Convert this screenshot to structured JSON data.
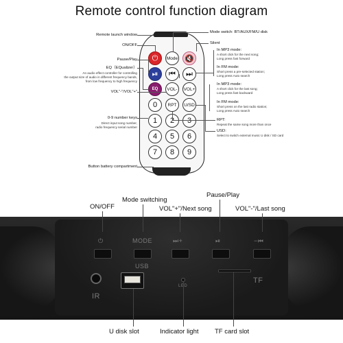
{
  "title": "Remote control function diagram",
  "remote": {
    "buttons": {
      "power": "⏻",
      "mode": "Mode",
      "mute": "🔇",
      "play": "⏯",
      "prev": "⏮",
      "next": "⏭",
      "eq": "EQ",
      "vol_minus": "VOL-",
      "vol_plus": "VOL+",
      "zero": "0",
      "rpt": "RPT",
      "usd": "U/SD",
      "digits": [
        "1",
        "2",
        "3",
        "4",
        "5",
        "6",
        "7",
        "8",
        "9"
      ]
    }
  },
  "left_labels": {
    "launch": "Remote launch window",
    "onoff": "ON/OFF",
    "pause": "Pause/Play",
    "eq": "EQ（EQualizer）",
    "eq_desc1": "An audio effect controller for controlling",
    "eq_desc2": "the output size of audio in different frequency bands,",
    "eq_desc3": "from low frequency to high frequency",
    "vol": "VOL\"-\"/VOL\"+\"",
    "numkeys": "0-9 number keys",
    "numkeys_desc1": "Direct input song number,",
    "numkeys_desc2": "radio frequency serial number",
    "battery": "Button battery compartment"
  },
  "right_labels": {
    "mode": "Mode switch: BT/AUX/FM/U disk",
    "silent": "Silent",
    "mp3_a": "In MP3 mode:",
    "mp3_a1": "A short click for the next song;",
    "mp3_a2": "Long press fast forward",
    "fm_a": "In FM mode:",
    "fm_a1": "Short press a pre-selected station;",
    "fm_a2": "Long press Auto search",
    "mp3_b": "In MP3 mode:",
    "mp3_b1": "A short click for the last song;",
    "mp3_b2": "Long press fast backward",
    "fm_b": "In FM mode:",
    "fm_b1": "Short press on the last radio station;",
    "fm_b2": "Long press Auto search",
    "rpt": "RPT:",
    "rpt_desc": "Repeat the same song more than once",
    "usd": "USD:",
    "usd_desc": "Select to switch external music U disk / SD card"
  },
  "panel": {
    "onoff": "ON/OFF",
    "mode": "Mode switching",
    "vol_plus": "VOL\"+\"/Next song",
    "pause": "Pause/Play",
    "vol_minus": "VOL\"-\"/Last song",
    "usb_disk": "U disk slot",
    "indicator": "Indicator light",
    "tf": "TF card slot",
    "marks": {
      "power": "⏻",
      "mode": "MODE",
      "next": "⏭+",
      "play": "⏯",
      "prev": "−⏮",
      "usb": "USB",
      "led": "LED",
      "tf": "TF",
      "ir": "IR"
    }
  }
}
